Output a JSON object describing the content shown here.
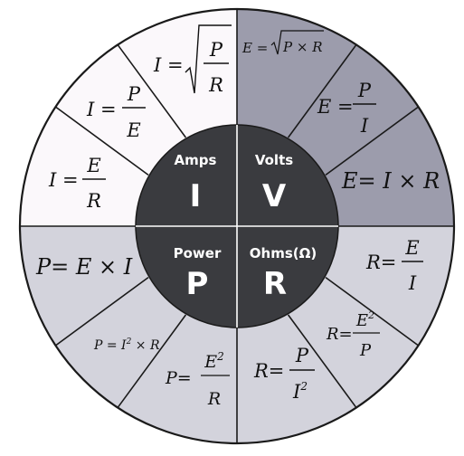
{
  "colors": {
    "amps": "#fbf8fb",
    "volts": "#9c9cac",
    "power": "#d3d3dc",
    "ohms": "#d3d3dc",
    "hub": "#3a3b3f",
    "line": "#1a1a1a"
  },
  "hub": {
    "amps": {
      "name": "Amps",
      "symbol": "I"
    },
    "volts": {
      "name": "Volts",
      "symbol": "V"
    },
    "power": {
      "name": "Power",
      "symbol": "P"
    },
    "ohms": {
      "name": "Ohms(Ω)",
      "symbol": "R"
    }
  },
  "formulas": {
    "amps": [
      "I = √(P/R)",
      "I = P/E",
      "I = E/R"
    ],
    "volts": [
      "E = √(P×R)",
      "E = P/I",
      "E = I×R"
    ],
    "ohms": [
      "R = E/I",
      "R = E²/P",
      "R = P/I²"
    ],
    "power": [
      "P = E²/R",
      "P = I²×R",
      "P = E×I"
    ]
  }
}
